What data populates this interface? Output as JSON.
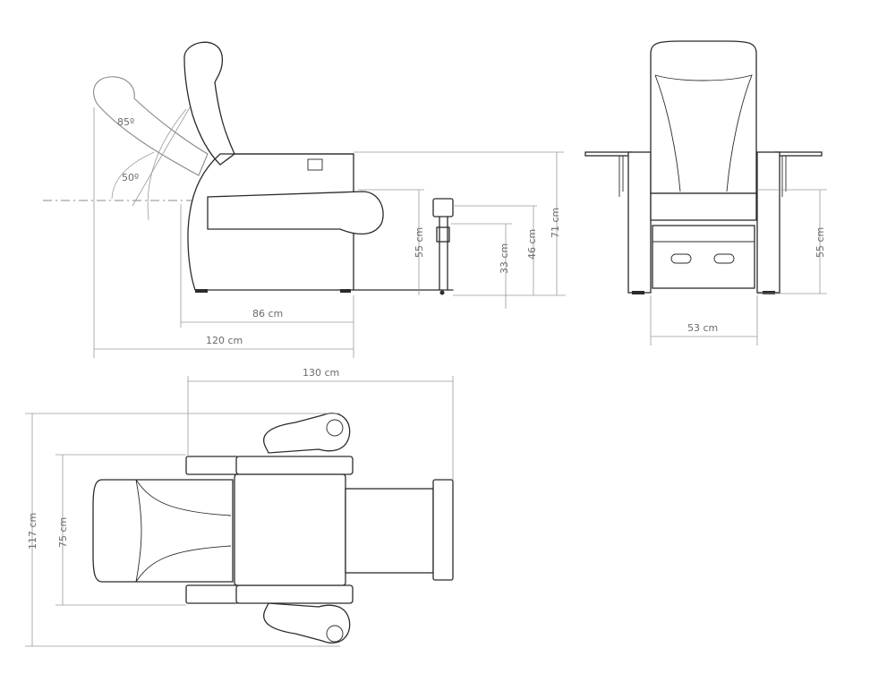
{
  "side_view": {
    "angle_upper": "85º",
    "angle_lower": "50º",
    "height_seat": "55 cm",
    "height_stool_min": "33 cm",
    "height_stool_max": "46 cm",
    "height_total": "71 cm",
    "depth_seat": "86 cm",
    "depth_total": "120 cm"
  },
  "front_view": {
    "width": "53 cm",
    "height_seat": "55 cm"
  },
  "top_view": {
    "length_total": "130 cm",
    "width_total": "117 cm",
    "width_seat": "75 cm"
  }
}
